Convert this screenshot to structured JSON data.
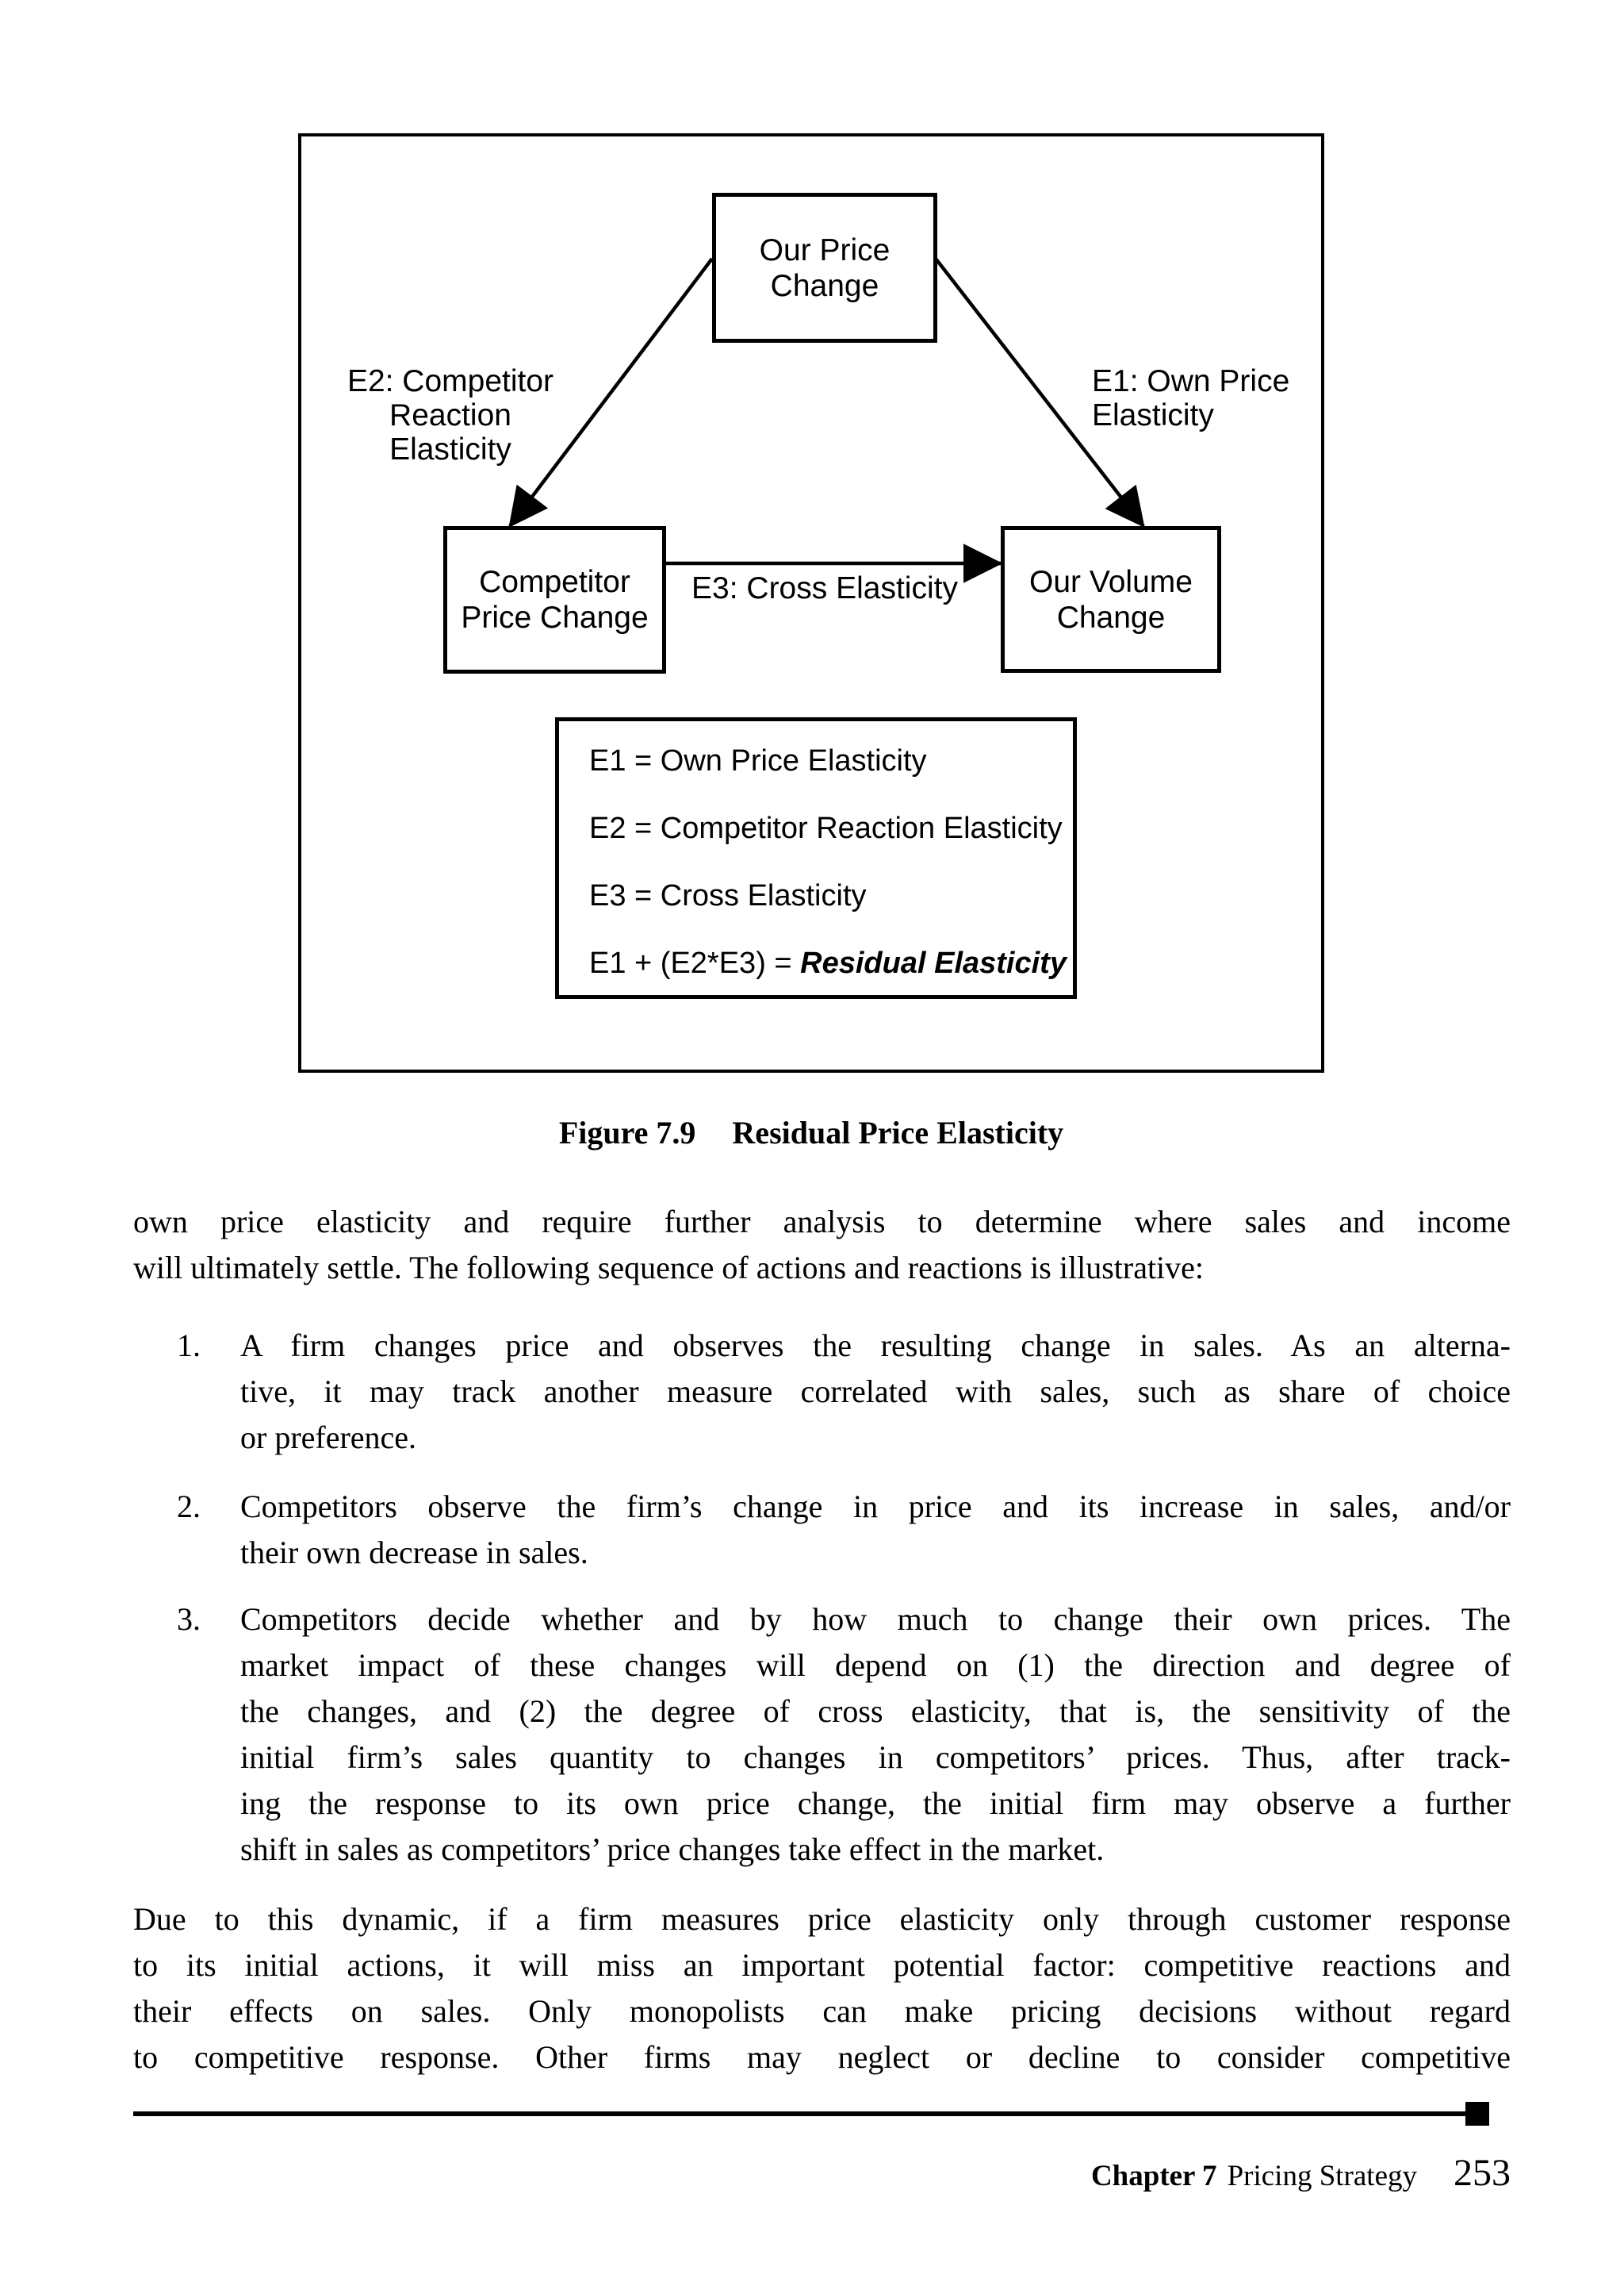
{
  "figure": {
    "nodes": {
      "top": "Our Price\nChange",
      "left": "Competitor\nPrice Change",
      "right": "Our Volume\nChange"
    },
    "edges": {
      "e2_label": "E2: Competitor\nReaction Elasticity",
      "e1_label": "E1: Own Price\nElasticity",
      "e3_label": "E3: Cross Elasticity"
    },
    "legend": {
      "line1": "E1 = Own Price Elasticity",
      "line2": "E2 = Competitor Reaction Elasticity",
      "line3": "E3 = Cross Elasticity",
      "line4_prefix": "E1 + (E2*E3) = ",
      "line4_emphasis": "Residual Elasticity"
    }
  },
  "caption": {
    "label": "Figure 7.9",
    "title": "Residual Price Elasticity"
  },
  "intro": {
    "lines": [
      "own price elasticity and require further analysis to determine where sales and income",
      "will ultimately settle. The following sequence of actions and reactions is illustrative:"
    ]
  },
  "list": [
    {
      "marker": "1.",
      "lines": [
        "A firm changes price and observes the resulting change in sales. As an alterna-",
        "tive, it may track another measure correlated with sales, such as share of choice",
        "or preference."
      ]
    },
    {
      "marker": "2.",
      "lines": [
        "Competitors observe the firm’s change in price and its increase in sales, and/or",
        "their own decrease in sales."
      ]
    },
    {
      "marker": "3.",
      "lines": [
        "Competitors decide whether and by how much to change their own prices. The",
        "market impact of these changes will depend on (1) the direction and degree of",
        "the changes, and (2) the degree of cross elasticity, that is, the sensitivity of the",
        "initial firm’s sales quantity to changes in competitors’ prices. Thus, after track-",
        "ing the response to its own price change, the initial firm may observe a further",
        "shift in sales as competitors’ price changes take effect in the market."
      ]
    }
  ],
  "closing": {
    "lines": [
      "Due to this dynamic, if a firm measures price elasticity only through customer response",
      "to its initial actions, it will miss an important potential factor: competitive reactions and",
      "their effects on sales. Only monopolists can make pricing decisions without regard",
      "to competitive response. Other firms may neglect or decline to consider competitive"
    ]
  },
  "footer": {
    "chapter": "Chapter 7",
    "section": "Pricing Strategy",
    "page_number": "253"
  },
  "colors": {
    "ink": "#000000",
    "paper": "#ffffff"
  }
}
